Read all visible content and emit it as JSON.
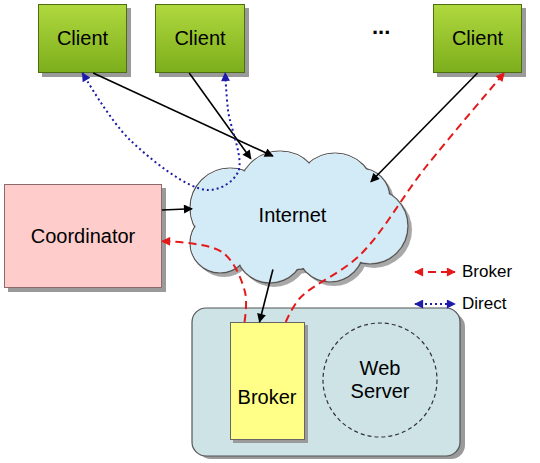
{
  "diagram": {
    "nodes": [
      {
        "text": [
          "Client"
        ]
      },
      {
        "text": [
          "Client"
        ]
      },
      {
        "text": [
          "Client"
        ]
      },
      {
        "text": [
          "Coordinator"
        ]
      },
      {
        "text": [
          "Internet"
        ]
      },
      {
        "text": [
          "Broker"
        ]
      },
      {
        "text": [
          "Web Server"
        ]
      }
    ],
    "edges": [
      {
        "from": 0,
        "to": 4,
        "arrow": "to"
      },
      {
        "from": 1,
        "to": 4,
        "arrow": "to"
      },
      {
        "from": 2,
        "to": 4,
        "arrow": "to"
      },
      {
        "from": 3,
        "to": 4,
        "arrow": "to"
      },
      {
        "from": 4,
        "to": 5,
        "arrow": "to"
      },
      {
        "from": 0,
        "to": 1,
        "arrow": "both"
      },
      {
        "from": 5,
        "to": 3,
        "arrow": "to"
      },
      {
        "from": 5,
        "to": 2,
        "arrow": "to"
      }
    ],
    "labels": [
      "..."
    ],
    "legend": [
      {
        "text": "Broker"
      },
      {
        "text": "Direct"
      }
    ]
  }
}
